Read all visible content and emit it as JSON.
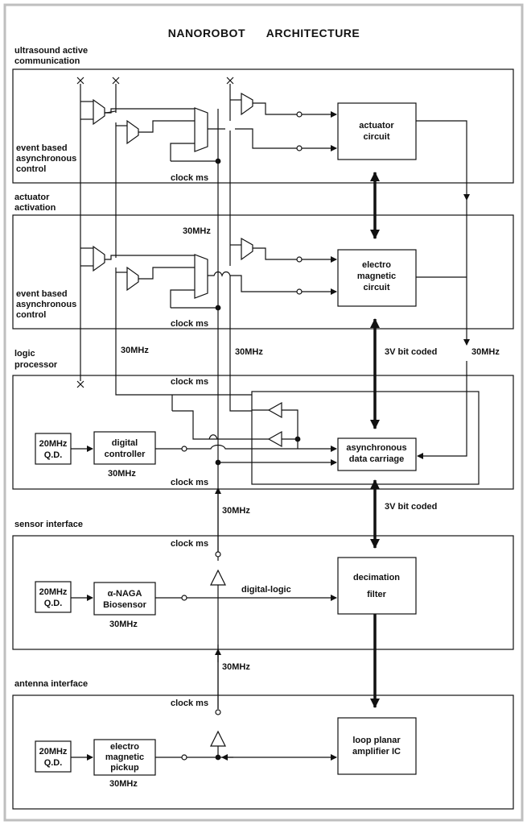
{
  "title": "NANOROBOT      ARCHITECTURE",
  "sections": {
    "ultrasound": [
      "ultrasound active",
      "communication"
    ],
    "actuator_activation": [
      "actuator",
      "activation"
    ],
    "logic": [
      "logic",
      "processor"
    ],
    "sensor": "sensor interface",
    "antenna": "antenna interface"
  },
  "event_control": [
    "event based",
    "asynchronous",
    "control"
  ],
  "blocks": {
    "actuator_circuit": [
      "actuator",
      "circuit"
    ],
    "em_circuit": [
      "electro",
      "magnetic",
      "circuit"
    ],
    "async_carriage": [
      "asynchronous",
      "data carriage"
    ],
    "digital_controller": [
      "digital",
      "controller"
    ],
    "decimation": [
      "decimation",
      "filter"
    ],
    "biosensor": [
      "α-NAGA",
      "Biosensor"
    ],
    "em_pickup": [
      "electro",
      "magnetic",
      "pickup"
    ],
    "loop_amp": [
      "loop planar",
      "amplifier IC"
    ],
    "qd": [
      "20MHz",
      "Q.D."
    ]
  },
  "labels": {
    "clock": "clock ms",
    "f30": "30MHz",
    "bit3v": "3V bit coded",
    "digital_logic": "digital-logic"
  },
  "colors": {
    "line": "#111111",
    "frame": "#bfbfbf"
  }
}
